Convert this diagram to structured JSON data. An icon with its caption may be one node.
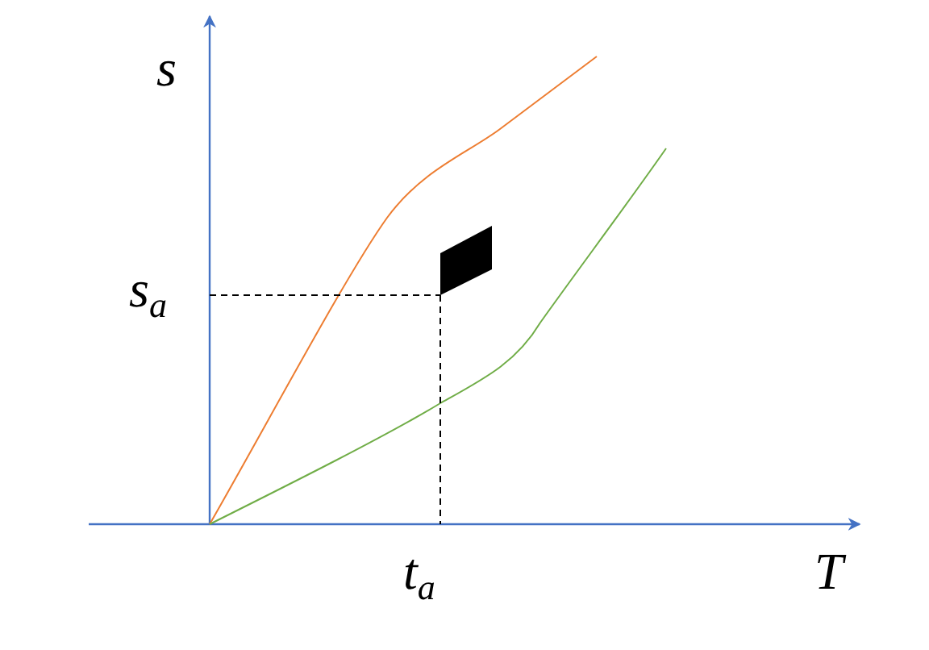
{
  "diagram": {
    "labels": [
      "s",
      "T",
      "s$_{a}$",
      "t$_{a}$"
    ]
  }
}
